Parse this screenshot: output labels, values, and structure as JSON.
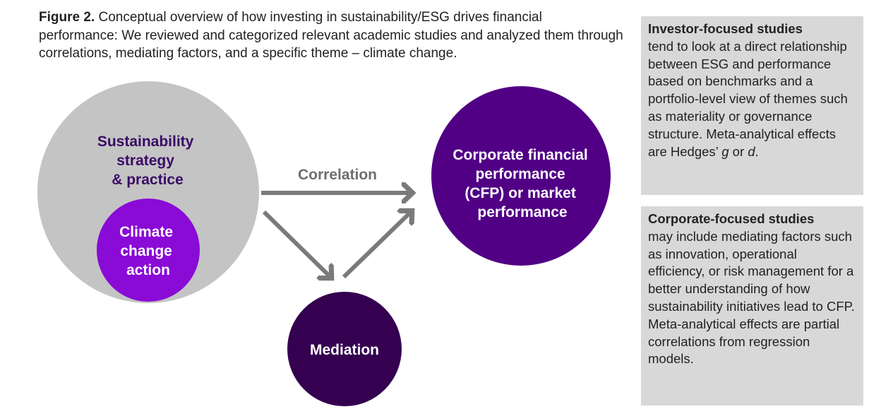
{
  "caption": {
    "label": "Figure 2.",
    "text": " Conceptual overview of how investing in sustainability/ESG drives financial performance: We reviewed and categorized relevant academic studies and analyzed them through correlations, mediating factors, and a specific theme – climate change."
  },
  "diagram": {
    "sustainability": [
      "Sustainability",
      "strategy",
      "& practice"
    ],
    "climate": [
      "Climate",
      "change",
      "action"
    ],
    "cfp": [
      "Corporate financial",
      "performance",
      "(CFP) or market",
      "performance"
    ],
    "mediation": "Mediation",
    "correlation": "Correlation"
  },
  "sidebar": {
    "investor": {
      "heading": "Investor-focused studies",
      "body_pre": "tend to look at a direct relationship between ESG and performance based on benchmarks and a portfolio-level view of themes such as materiality or governance structure. Meta-analytical effects are Hedges’ ",
      "g": "g",
      "or": " or ",
      "d": "d",
      "end": "."
    },
    "corporate": {
      "heading": "Corporate-focused studies",
      "body": "may include mediating factors such as innovation, operational efficiency, or risk management for a better understanding of how sustainability initiatives lead to CFP. Meta-analytical effects are partial correlations from regression models."
    }
  },
  "colors": {
    "big_circle": "#c4c4c4",
    "climate_circle": "#8a0ad6",
    "cfp_circle": "#510085",
    "mediation_circle": "#34004f",
    "arrow": "#7a7a7a",
    "dark_text": "#3a0a66"
  }
}
